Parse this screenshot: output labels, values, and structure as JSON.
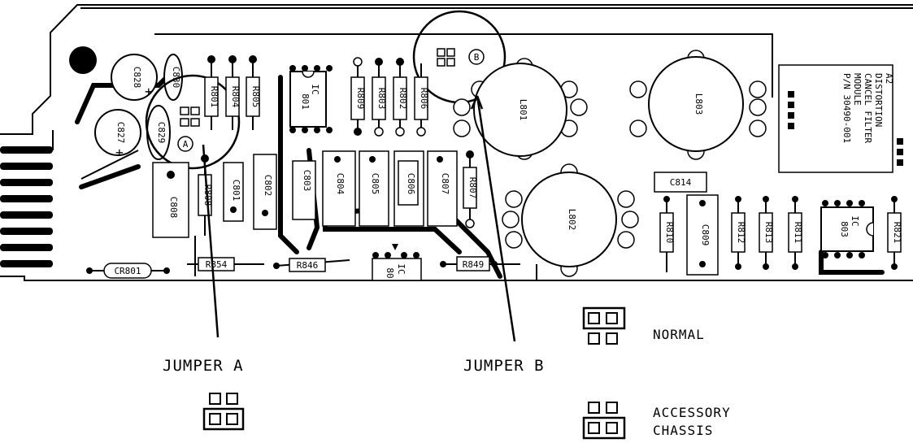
{
  "labels": {
    "jumper_a": "JUMPER A",
    "jumper_b": "JUMPER B",
    "normal": "NORMAL",
    "accessory_line1": "ACCESSORY",
    "accessory_line2": "CHASSIS",
    "circle_a": "A",
    "circle_b": "B"
  },
  "module_label": [
    "A2",
    "DISTORTION",
    "CANCEL FILTER",
    "MODULE",
    "P/N 30490-001"
  ],
  "components": {
    "c828": "C828",
    "c830": "C830",
    "c829": "C829",
    "c827": "C827",
    "r801": "R801",
    "r804": "R804",
    "r805": "R805",
    "ic801_a": "IC",
    "ic801_b": "801",
    "r809": "R809",
    "r803": "R803",
    "r802": "R802",
    "r806": "R806",
    "l801": "L801",
    "l802": "L802",
    "l803": "L803",
    "c808": "C808",
    "r808": "R808",
    "c801": "C801",
    "c802": "C802",
    "c803": "C803",
    "c804": "C804",
    "c805": "C805",
    "c806": "C806",
    "c807": "C807",
    "r807": "R807",
    "c814": "C814",
    "r810": "R810",
    "c809": "C809",
    "r812": "R812",
    "r813": "R813",
    "r811": "R811",
    "ic803_a": "IC",
    "ic803_b": "803",
    "r821": "R821",
    "cr801": "CR801",
    "r854": "R854",
    "r846": "R846",
    "ic_mid_a": "IC",
    "ic_mid_b": "80",
    "r849": "R849",
    "plus1": "+",
    "plus2": "+"
  }
}
